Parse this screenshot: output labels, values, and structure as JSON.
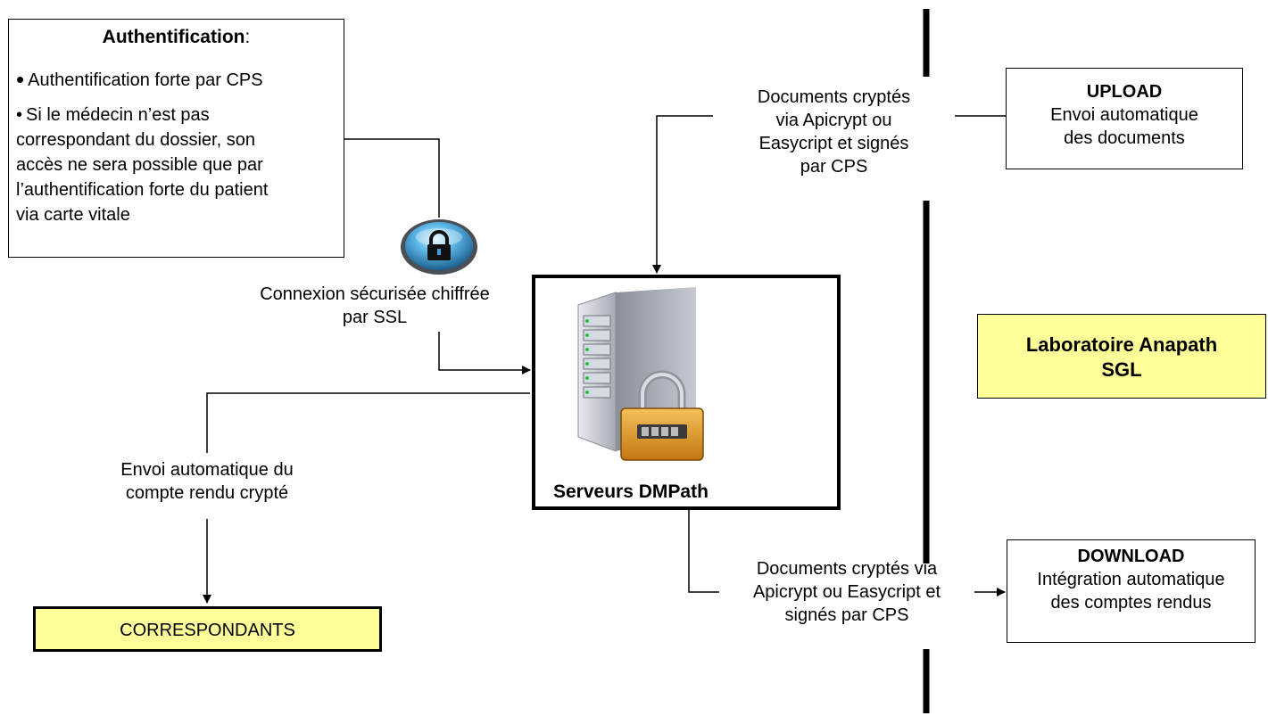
{
  "auth": {
    "title": "Authentification",
    "colon": ":",
    "bullets": [
      "Authentification forte par CPS",
      "Si le médecin n’est pas",
      "correspondant du dossier, son",
      "accès ne sera possible que par",
      "l’authentification forte du patient",
      "via carte vitale"
    ]
  },
  "ssl": {
    "line1": "Connexion sécurisée chiffrée",
    "line2": "par SSL"
  },
  "envoi": {
    "line1": "Envoi automatique du",
    "line2": "compte rendu crypté"
  },
  "correspondants": {
    "label": "CORRESPONDANTS"
  },
  "server": {
    "label": "Serveurs DMPath"
  },
  "docs_top": {
    "line1": "Documents cryptés",
    "line2": "via Apicrypt ou",
    "line3": "Easycript et signés",
    "line4": "par CPS"
  },
  "docs_bottom": {
    "line1": "Documents cryptés via",
    "line2": "Apicrypt ou Easycript et",
    "line3": "signés par CPS"
  },
  "upload": {
    "title": "UPLOAD",
    "line1": "Envoi automatique",
    "line2": "des documents"
  },
  "labo": {
    "line1": "Laboratoire Anapath",
    "line2": "SGL"
  },
  "download": {
    "title": "DOWNLOAD",
    "line1": "Intégration automatique",
    "line2": "des comptes rendus"
  },
  "colors": {
    "yellow": "#ffff99",
    "lock_blue": "#3aa0d8",
    "padlock_orange": "#e09a2a",
    "server_gray": "#b9bcc6"
  },
  "icons": [
    "lock-icon",
    "server-icon",
    "padlock-icon"
  ]
}
